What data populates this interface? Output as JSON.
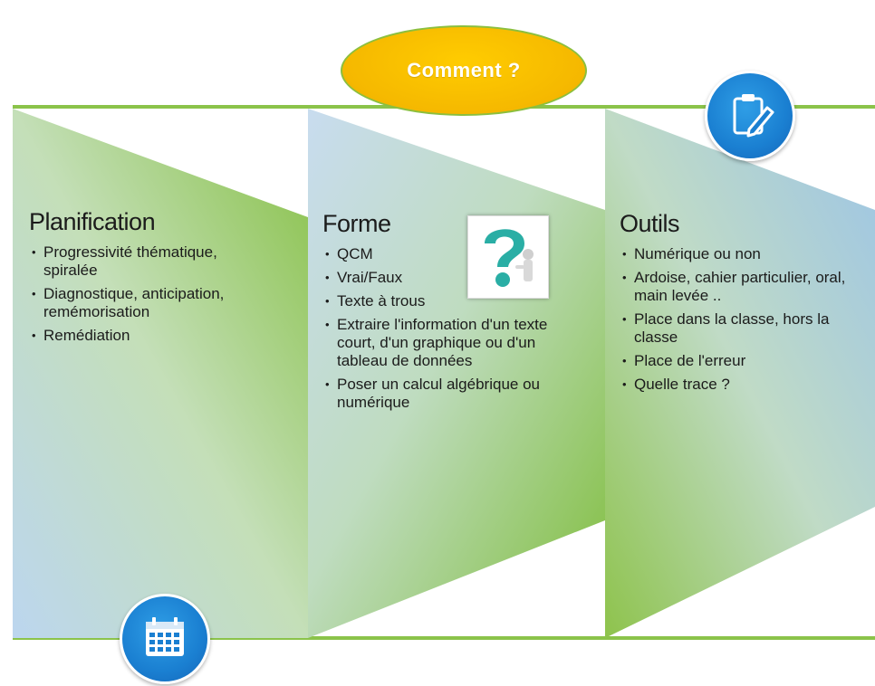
{
  "title": "Comment ?",
  "columns": [
    {
      "title": "Planification",
      "items": [
        "Progressivité thématique, spiralée",
        "Diagnostique, anticipation, remémorisation",
        "Remédiation"
      ]
    },
    {
      "title": "Forme",
      "items": [
        "QCM",
        "Vrai/Faux",
        "Texte à trous",
        "Extraire l'information d'un texte court, d'un graphique ou d'un tableau de données",
        "Poser un calcul algébrique ou numérique"
      ]
    },
    {
      "title": "Outils",
      "items": [
        "Numérique ou non",
        "Ardoise, cahier particulier, oral, main levée ..",
        "Place dans la classe, hors la classe",
        "Place de l'erreur",
        "Quelle trace ?"
      ]
    }
  ],
  "icons": {
    "top": "edit-icon",
    "bottom": "calendar-icon",
    "middle": "question-mark-icon"
  },
  "colors": {
    "green": "#8bc34a",
    "blue": "#a9c9e8",
    "pill": "#f5b800",
    "icon_blue": "#1a7fd1"
  }
}
